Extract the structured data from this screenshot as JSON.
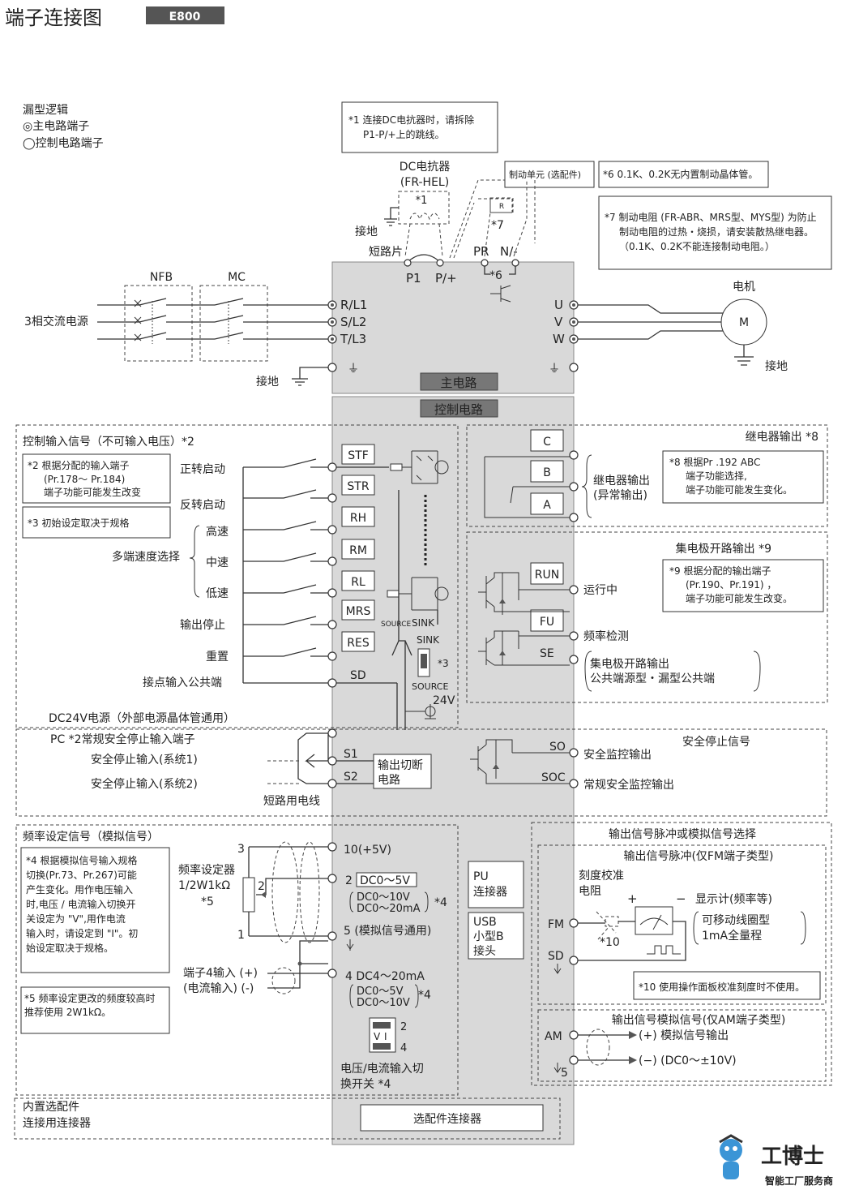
{
  "header": {
    "title": "端子连接图",
    "badge": "E800"
  },
  "legend": {
    "title": "漏型逻辑",
    "main_terminal": "◎主电路端子",
    "control_terminal": "◯控制电路端子"
  },
  "notes": {
    "n1_line1": "*1 连接DC电抗器时，请拆除",
    "n1_line2": "P1-P/+上的跳线。",
    "n6": "*6 0.1K、0.2K无内置制动晶体管。",
    "n7_line1": "*7 制动电阻 (FR-ABR、MRS型、MYS型) 为防止",
    "n7_line2": "制动电阻的过热・烧损，请安装散热继电器。",
    "n7_line3": "（0.1K、0.2K不能连接制动电阻。）",
    "n2_line1": "*2 根据分配的输入端子",
    "n2_line2": "(Pr.178～ Pr.184)",
    "n2_line3": "端子功能可能发生改变",
    "n3": "*3 初始设定取决于规格",
    "n8_line1": "*8 根据Pr .192 ABC",
    "n8_line2": "端子功能选择,",
    "n8_line3": "端子功能可能发生变化。",
    "n9_line1": "*9 根据分配的输出端子",
    "n9_line2": "(Pr.190、Pr.191) ，",
    "n9_line3": "端子功能可能发生改变。",
    "n4_line1": "*4 根据模拟信号输入规格",
    "n4_line2": "切换(Pr.73、Pr.267)可能",
    "n4_line3": "产生变化。用作电压输入",
    "n4_line4": "时,电压 / 电流输入切换开",
    "n4_line5": "关设定为 \"V\",用作电流",
    "n4_line6": "输入时，请设定到 \"I\"。初",
    "n4_line7": "始设定取决于规格。",
    "n5_line1": "*5 频率设定更改的频度较高时",
    "n5_line2": "推荐使用 2W1kΩ。",
    "n10": "*10 使用操作面板校准刻度时不使用。"
  },
  "main_circuit": {
    "dc_reactor": "DC电抗器",
    "dc_reactor_model": "(FR-HEL)",
    "star1": "*1",
    "brake_unit": "制动单元 (选配件)",
    "star7": "*7",
    "star6": "*6",
    "r_label": "R",
    "ground": "接地",
    "short_bar": "短路片",
    "p1": "P1",
    "pplus": "P/+",
    "pr": "PR",
    "nminus": "N/-",
    "nfb": "NFB",
    "mc": "MC",
    "power_source": "3相交流电源",
    "r_l1": "R/L1",
    "s_l2": "S/L2",
    "t_l3": "T/L3",
    "u": "U",
    "v": "V",
    "w": "W",
    "motor": "电机",
    "m": "M",
    "section": "主电路"
  },
  "control": {
    "section": "控制电路",
    "input_title": "控制输入信号（不可输入电压）*2",
    "fwd": "正转启动",
    "rev": "反转启动",
    "multi": "多端速度选择",
    "high": "高速",
    "mid": "中速",
    "low": "低速",
    "out_stop": "输出停止",
    "reset": "重置",
    "contact_common": "接点输入公共端",
    "stf": "STF",
    "str": "STR",
    "rh": "RH",
    "rm": "RM",
    "rl": "RL",
    "mrs": "MRS",
    "res": "RES",
    "sd": "SD",
    "source": "SOURCE",
    "sink": "SINK",
    "star3": "*3",
    "v24": "24V",
    "dc24": "DC24V电源（外部电源晶体管通用）",
    "relay_title": "继电器输出 *8",
    "c": "C",
    "b": "B",
    "a": "A",
    "relay_out": "继电器输出",
    "relay_out2": "(异常输出)",
    "oc_title": "集电极开路输出 *9",
    "run": "RUN",
    "fu": "FU",
    "se": "SE",
    "running": "运行中",
    "freq_detect": "频率检测",
    "oc_out": "集电极开路输出",
    "oc_common": "公共端源型・漏型公共端"
  },
  "safety": {
    "pc": "PC *2常规安全停止输入端子",
    "in1": "安全停止输入(系统1)",
    "in2": "安全停止输入(系统2)",
    "short_wire": "短路用电线",
    "s1": "S1",
    "s2": "S2",
    "cutoff1": "输出切断",
    "cutoff2": "电路",
    "title": "安全停止信号",
    "so": "SO",
    "soc": "SOC",
    "monitor": "安全监控输出",
    "normal_monitor": "常规安全监控输出"
  },
  "analog": {
    "title": "频率设定信号（模拟信号）",
    "pot1": "频率设定器",
    "pot2": "1/2W1kΩ",
    "star5": "*5",
    "n3": "3",
    "n2": "2",
    "n1": "1",
    "t10": "10(+5V)",
    "t2": "2",
    "dc05": "DC0～5V",
    "dc010": "DC0～10V",
    "dc020": "DC0～20mA",
    "star4": "*4",
    "t5": "5 (模拟信号通用)",
    "t4in1": "端子4输入 (+)",
    "t4in2": "(电流输入) (-)",
    "t4": "4 DC4～20mA",
    "dc05b": "DC0～5V",
    "dc010b": "DC0～10V",
    "sw_2": "2",
    "sw_4": "4",
    "sw_v": "V",
    "sw_i": "I",
    "switch1": "电压/电流输入切",
    "switch2": "换开关 *4",
    "pu1": "PU",
    "pu2": "连接器",
    "usb1": "USB",
    "usb2": "小型B",
    "usb3": "接头",
    "opt_conn": "选配件连接器",
    "builtin1": "内置选配件",
    "builtin2": "连接用连接器"
  },
  "output": {
    "title": "输出信号脉冲或模拟信号选择",
    "pulse_title": "输出信号脉冲(仅FM端子类型)",
    "calib1": "刻度校准",
    "calib2": "电阻",
    "plus": "+",
    "minus": "−",
    "meter": "显示计(频率等)",
    "coil1": "可移动线圈型",
    "coil2": "1mA全量程",
    "fm": "FM",
    "sd": "SD",
    "star10": "*10",
    "analog_title": "输出信号模拟信号(仅AM端子类型)",
    "am": "AM",
    "five": "5",
    "out_plus": "(+) 模拟信号输出",
    "out_minus": "(−) (DC0～±10V)"
  },
  "brand": {
    "name": "工博士",
    "tagline": "智能工厂服务商"
  }
}
